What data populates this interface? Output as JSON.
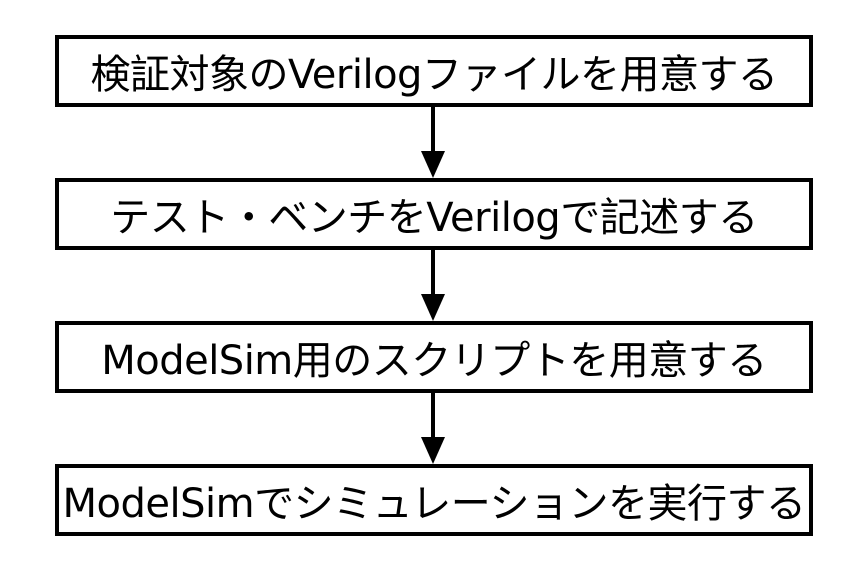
{
  "flowchart": {
    "steps": [
      {
        "label": "検証対象のVerilogファイルを用意する"
      },
      {
        "label": "テスト・ベンチをVerilogで記述する"
      },
      {
        "label": "ModelSim用のスクリプトを用意する"
      },
      {
        "label": "ModelSimでシミュレーションを実行する"
      }
    ]
  },
  "colors": {
    "stroke": "#000000",
    "background": "#ffffff"
  }
}
